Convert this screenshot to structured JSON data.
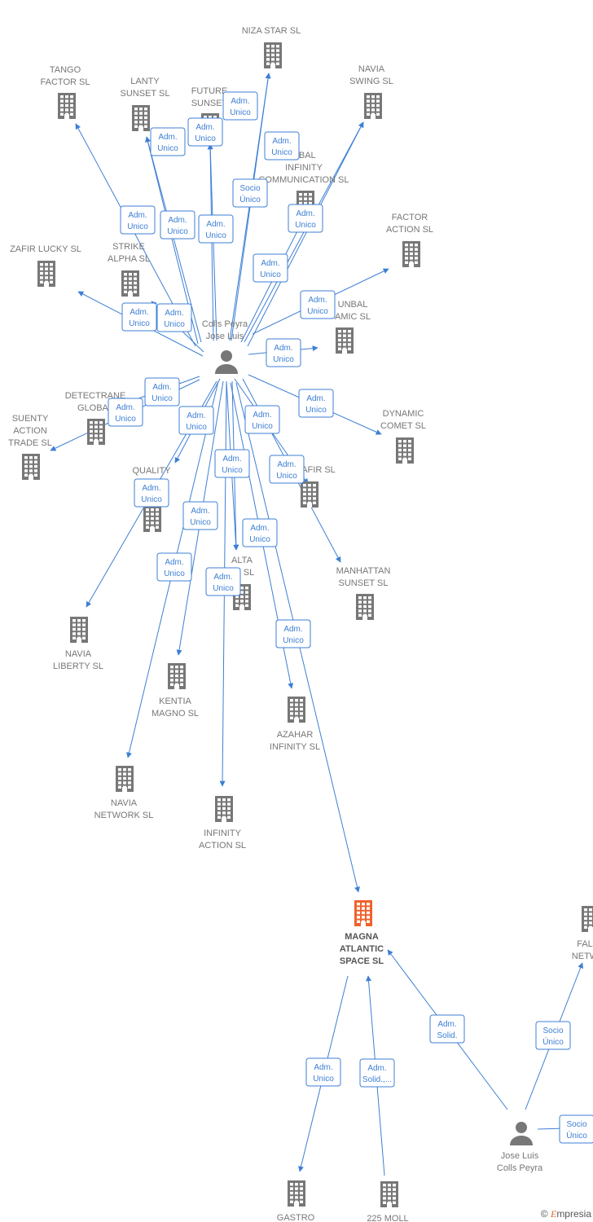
{
  "colors": {
    "edge": "#3d7fd4",
    "company": "#777777",
    "focus": "#f0622d",
    "person": "#777777"
  },
  "brand": {
    "copyright": "©",
    "initial": "E",
    "rest": "mpresia"
  },
  "nodes": [
    {
      "id": "niza",
      "kind": "company",
      "label": [
        "NIZA STAR SL"
      ]
    },
    {
      "id": "tango",
      "kind": "company",
      "label": [
        "TANGO",
        "FACTOR SL"
      ]
    },
    {
      "id": "lanty",
      "kind": "company",
      "label": [
        "LANTY",
        "SUNSET SL"
      ]
    },
    {
      "id": "future",
      "kind": "company",
      "label": [
        "FUTURE",
        "SUNSET"
      ]
    },
    {
      "id": "navia_swing",
      "kind": "company",
      "label": [
        "NAVIA",
        "SWING SL"
      ]
    },
    {
      "id": "global",
      "kind": "company",
      "label": [
        "OBAL",
        "INFINITY",
        "COMMUNICATION SL"
      ]
    },
    {
      "id": "factor_action",
      "kind": "company",
      "label": [
        "FACTOR",
        "ACTION SL"
      ]
    },
    {
      "id": "zafir_lucky",
      "kind": "company",
      "label": [
        "ZAFIR LUCKY SL"
      ]
    },
    {
      "id": "strike",
      "kind": "company",
      "label": [
        "STRIKE",
        "ALPHA SL"
      ]
    },
    {
      "id": "sunbal",
      "kind": "company",
      "label": [
        "UNBAL",
        "AMIC SL"
      ]
    },
    {
      "id": "detectrane",
      "kind": "company",
      "label": [
        "DETECTRANE",
        "GLOBAL"
      ]
    },
    {
      "id": "suenty",
      "kind": "company",
      "label": [
        "SUENTY",
        "ACTION",
        "TRADE SL"
      ]
    },
    {
      "id": "dynamic",
      "kind": "company",
      "label": [
        "DYNAMIC",
        "COMET SL"
      ]
    },
    {
      "id": "quality",
      "kind": "company",
      "label": [
        "QUALITY",
        "O"
      ]
    },
    {
      "id": "zafir2",
      "kind": "company",
      "label": [
        "AFIR SL"
      ]
    },
    {
      "id": "alta",
      "kind": "company",
      "label": [
        "ALTA",
        "TY SL"
      ]
    },
    {
      "id": "manhattan",
      "kind": "company",
      "label": [
        "MANHATTAN",
        "SUNSET SL"
      ]
    },
    {
      "id": "navia_liberty",
      "kind": "company",
      "label": [
        "NAVIA",
        "LIBERTY SL"
      ]
    },
    {
      "id": "kentia",
      "kind": "company",
      "label": [
        "KENTIA",
        "MAGNO SL"
      ]
    },
    {
      "id": "azahar",
      "kind": "company",
      "label": [
        "AZAHAR",
        "INFINITY SL"
      ]
    },
    {
      "id": "navia_network",
      "kind": "company",
      "label": [
        "NAVIA",
        "NETWORK SL"
      ]
    },
    {
      "id": "infinity_action",
      "kind": "company",
      "label": [
        "INFINITY",
        "ACTION SL"
      ]
    },
    {
      "id": "magna",
      "kind": "focus",
      "label": [
        "MAGNA",
        "ATLANTIC",
        "SPACE  SL"
      ]
    },
    {
      "id": "fal",
      "kind": "company",
      "label": [
        "FAL",
        "NETW"
      ]
    },
    {
      "id": "gastro",
      "kind": "company",
      "label": [
        "GASTRO"
      ]
    },
    {
      "id": "moll",
      "kind": "company",
      "label": [
        "225 MOLL"
      ]
    },
    {
      "id": "p1",
      "kind": "person",
      "label": [
        "Colls Peyra",
        "Jose Luis"
      ]
    },
    {
      "id": "p2",
      "kind": "person",
      "label": [
        "Jose Luis",
        "Colls Peyra"
      ]
    }
  ],
  "edges": [
    {
      "from": "p1",
      "to": "tango",
      "label": [
        "Adm.",
        "Unico"
      ]
    },
    {
      "from": "p1",
      "to": "lanty",
      "label": [
        "Adm.",
        "Unico"
      ]
    },
    {
      "from": "p1",
      "to": "lanty",
      "label": [
        "Adm.",
        "Unico"
      ]
    },
    {
      "from": "p1",
      "to": "future",
      "label": [
        "Adm.",
        "Unico"
      ]
    },
    {
      "from": "p1",
      "to": "future",
      "label": [
        "Adm.",
        "Unico"
      ]
    },
    {
      "from": "p1",
      "to": "niza",
      "label": [
        "Adm.",
        "Unico"
      ]
    },
    {
      "from": "p1",
      "to": "niza",
      "label": [
        "Socio",
        "Único"
      ]
    },
    {
      "from": "p1",
      "to": "global",
      "label": [
        "Adm.",
        "Unico"
      ]
    },
    {
      "from": "p1",
      "to": "navia_swing",
      "label": [
        "Adm.",
        "Unico"
      ]
    },
    {
      "from": "p1",
      "to": "navia_swing",
      "label": [
        "Adm.",
        "Unico"
      ]
    },
    {
      "from": "p1",
      "to": "factor_action",
      "label": [
        "Adm.",
        "Unico"
      ]
    },
    {
      "from": "p1",
      "to": "zafir_lucky",
      "label": [
        "Adm.",
        "Unico"
      ]
    },
    {
      "from": "p1",
      "to": "strike",
      "label": [
        "Adm.",
        "Unico"
      ]
    },
    {
      "from": "p1",
      "to": "sunbal",
      "label": [
        "Adm.",
        "Unico"
      ]
    },
    {
      "from": "p1",
      "to": "detectrane",
      "label": [
        "Adm.",
        "Unico"
      ]
    },
    {
      "from": "p1",
      "to": "suenty",
      "label": [
        "Adm.",
        "Unico"
      ]
    },
    {
      "from": "p1",
      "to": "dynamic",
      "label": [
        "Adm.",
        "Unico"
      ]
    },
    {
      "from": "p1",
      "to": "quality",
      "label": [
        "Adm.",
        "Unico"
      ]
    },
    {
      "from": "p1",
      "to": "zafir2",
      "label": [
        "Adm.",
        "Unico"
      ]
    },
    {
      "from": "p1",
      "to": "alta",
      "label": [
        "Adm.",
        "Unico"
      ]
    },
    {
      "from": "p1",
      "to": "alta",
      "label": [
        "Adm.",
        "Unico"
      ]
    },
    {
      "from": "p1",
      "to": "manhattan",
      "label": [
        "Adm.",
        "Unico"
      ]
    },
    {
      "from": "p1",
      "to": "navia_liberty",
      "label": [
        "Adm.",
        "Unico"
      ]
    },
    {
      "from": "p1",
      "to": "kentia",
      "label": [
        "Adm.",
        "Unico"
      ]
    },
    {
      "from": "p1",
      "to": "navia_network",
      "label": [
        "Adm.",
        "Unico"
      ]
    },
    {
      "from": "p1",
      "to": "infinity_action",
      "label": [
        "Adm.",
        "Unico"
      ]
    },
    {
      "from": "p1",
      "to": "azahar",
      "label": [
        "Adm.",
        "Unico"
      ]
    },
    {
      "from": "p1",
      "to": "magna",
      "label": [
        "Adm.",
        "Unico"
      ]
    },
    {
      "from": "magna",
      "to": "gastro",
      "label": [
        "Adm.",
        "Unico"
      ]
    },
    {
      "from": "moll",
      "to": "magna",
      "label": [
        "Adm.",
        "Solid.,..."
      ]
    },
    {
      "from": "p2",
      "to": "magna",
      "label": [
        "Adm.",
        "Solid."
      ]
    },
    {
      "from": "p2",
      "to": "fal",
      "label": [
        "Socio",
        "Único"
      ]
    },
    {
      "from": "p2",
      "to": "",
      "label": [
        "Socio",
        "Único"
      ]
    }
  ]
}
